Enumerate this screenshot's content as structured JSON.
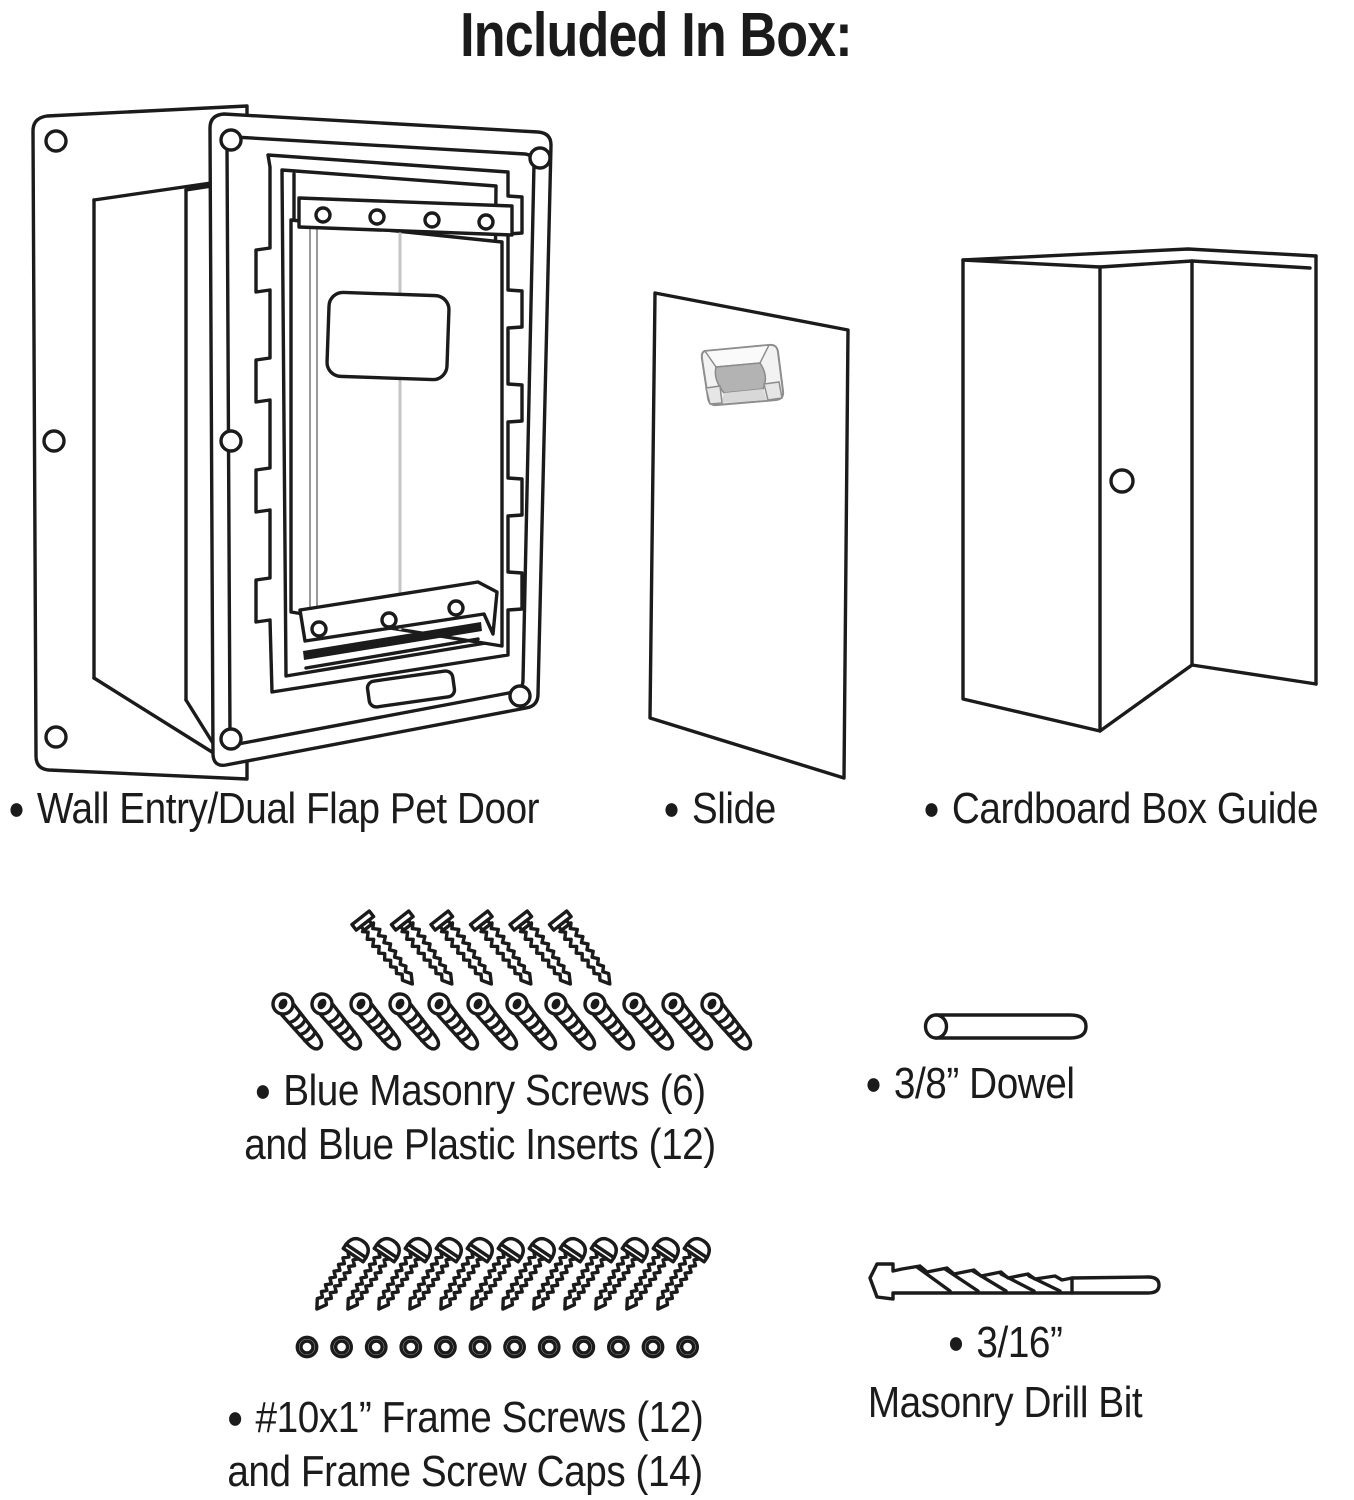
{
  "title": "Included In Box:",
  "bullet_glyph": "●",
  "labels": {
    "pet_door": "Wall Entry/Dual Flap Pet Door",
    "slide": "Slide",
    "box_guide": "Cardboard Box Guide",
    "masonry_line1": "Blue Masonry Screws (6)",
    "masonry_line2": "and Blue Plastic Inserts (12)",
    "dowel": "3/8” Dowel",
    "frame_line1": "#10x1” Frame Screws (12)",
    "frame_line2": "and Frame Screw Caps (14)",
    "drill_line1": "3/16”",
    "drill_line2": "Masonry Drill Bit"
  },
  "illustrations": {
    "masonry_screws_count": 6,
    "plastic_inserts_count": 12,
    "frame_screws_count": 12,
    "frame_caps_count": 12
  },
  "colors": {
    "ink": "#1b1b1b",
    "background": "#ffffff",
    "flap_crease": "#c4c4c4",
    "handle_light": "#f2f2f2",
    "handle_mid": "#d8d8d8",
    "handle_dark": "#b3b3b3"
  }
}
